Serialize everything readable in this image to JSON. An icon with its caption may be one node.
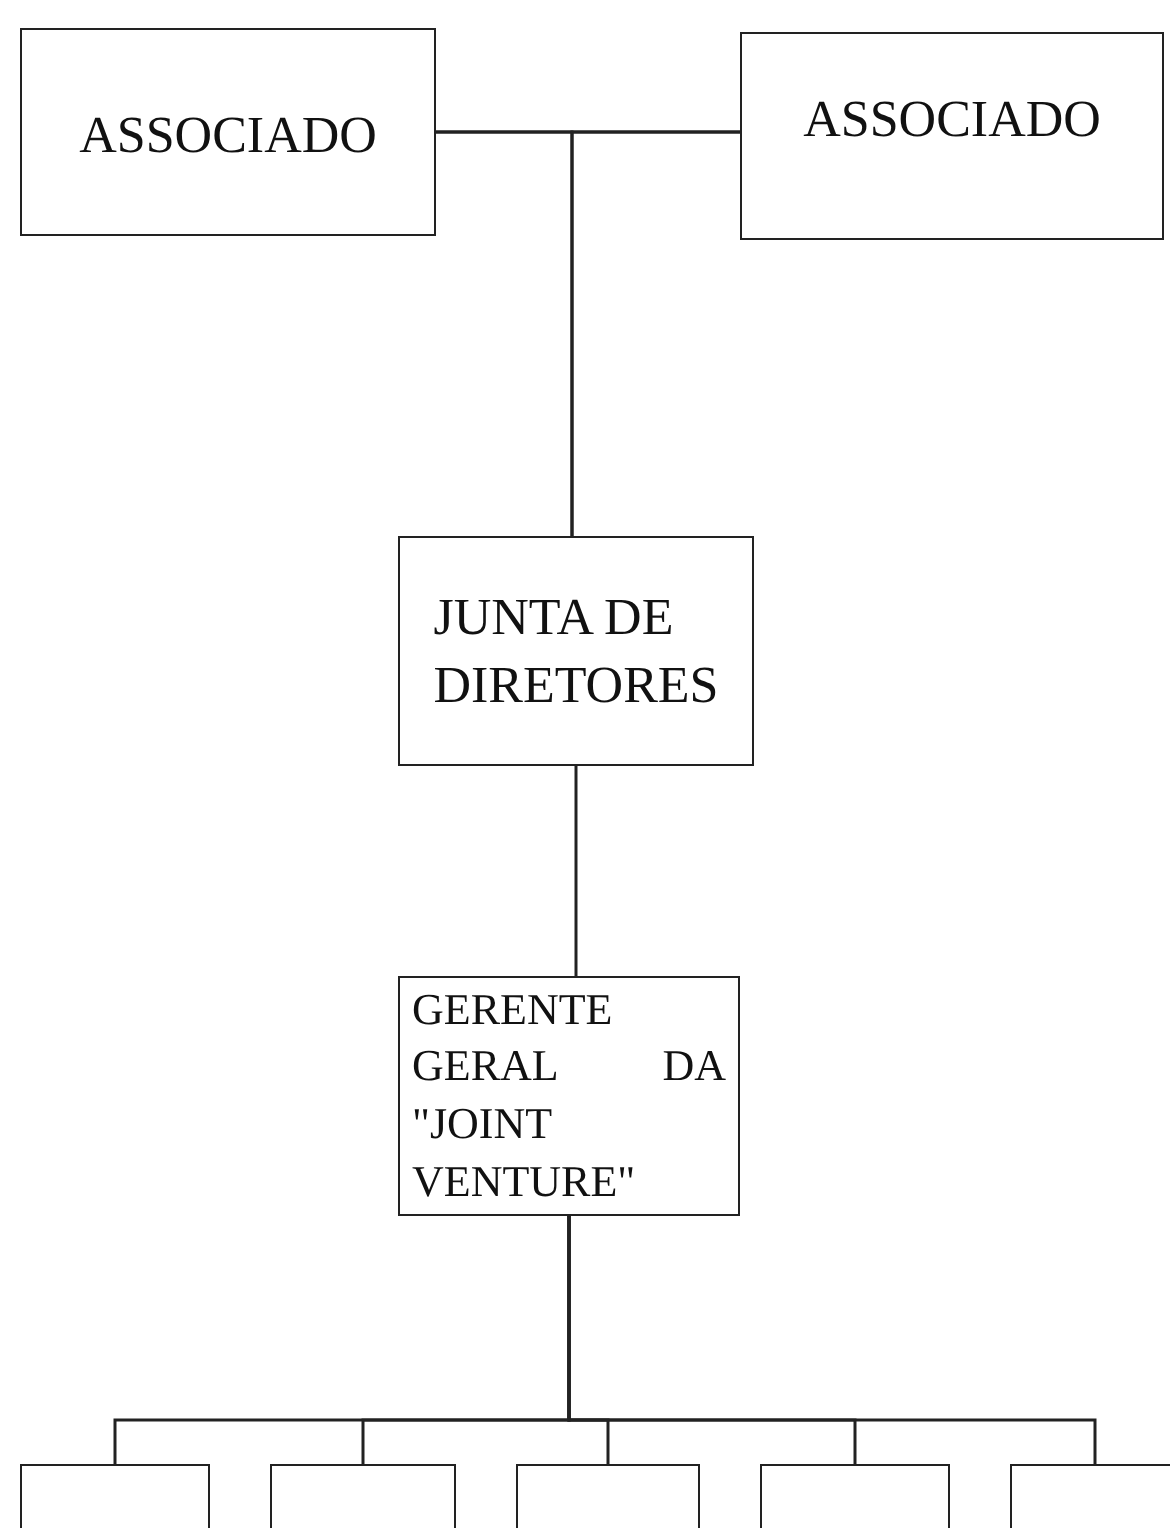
{
  "diagram": {
    "nodes": [
      {
        "text": [
          "ASSOCIADO"
        ]
      },
      {
        "text": [
          "ASSOCIADO"
        ]
      },
      {
        "text": [
          "JUNTA DE DIRETORES"
        ]
      },
      {
        "text": [
          "GERENTE GERAL DA \"JOINT VENTURE\""
        ]
      },
      {
        "text": [],
        "shape": "box"
      },
      {
        "text": [],
        "shape": "box"
      },
      {
        "text": [],
        "shape": "box"
      },
      {
        "text": [],
        "shape": "box"
      },
      {
        "text": [],
        "shape": "box"
      }
    ],
    "edges": [
      {
        "from": 0,
        "to": 1,
        "arrow": "none"
      },
      {
        "from": 0,
        "to": 2,
        "arrow": "none"
      },
      {
        "from": 1,
        "to": 2,
        "arrow": "none"
      },
      {
        "from": 2,
        "to": 3,
        "arrow": "none"
      },
      {
        "from": 3,
        "to": 4,
        "arrow": "none"
      },
      {
        "from": 3,
        "to": 5,
        "arrow": "none"
      },
      {
        "from": 3,
        "to": 6,
        "arrow": "none"
      },
      {
        "from": 3,
        "to": 7,
        "arrow": "none"
      },
      {
        "from": 3,
        "to": 8,
        "arrow": "none"
      }
    ]
  }
}
